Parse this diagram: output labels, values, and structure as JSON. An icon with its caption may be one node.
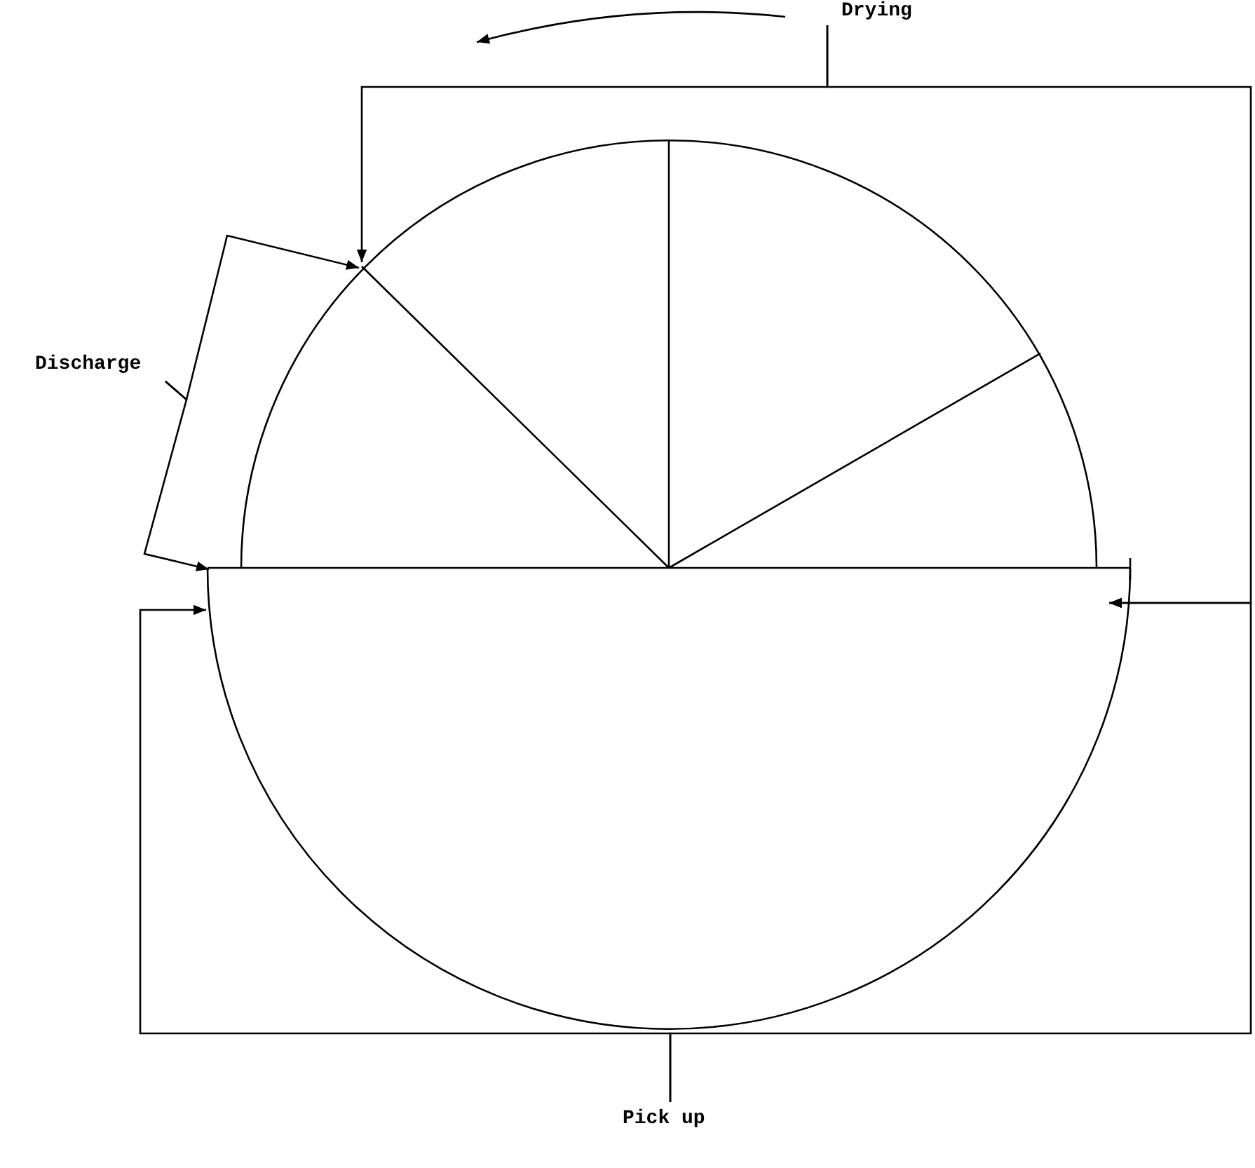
{
  "diagram": {
    "nodes": [
      {
        "text": [
          "Drying"
        ]
      },
      {
        "text": [
          "Discharge"
        ]
      },
      {
        "text": [
          "Pick up"
        ]
      },
      {
        "text": [],
        "shape": "circle"
      }
    ],
    "edges": [
      {
        "from": 0,
        "to": 3,
        "arrow": "to"
      },
      {
        "from": 0,
        "to": 3,
        "arrow": "to"
      },
      {
        "from": 1,
        "to": 3,
        "arrow": "to"
      },
      {
        "from": 1,
        "to": 3,
        "arrow": "to"
      },
      {
        "from": 2,
        "to": 3,
        "arrow": "to"
      },
      {
        "from": 2,
        "to": 3,
        "arrow": "to"
      }
    ]
  }
}
